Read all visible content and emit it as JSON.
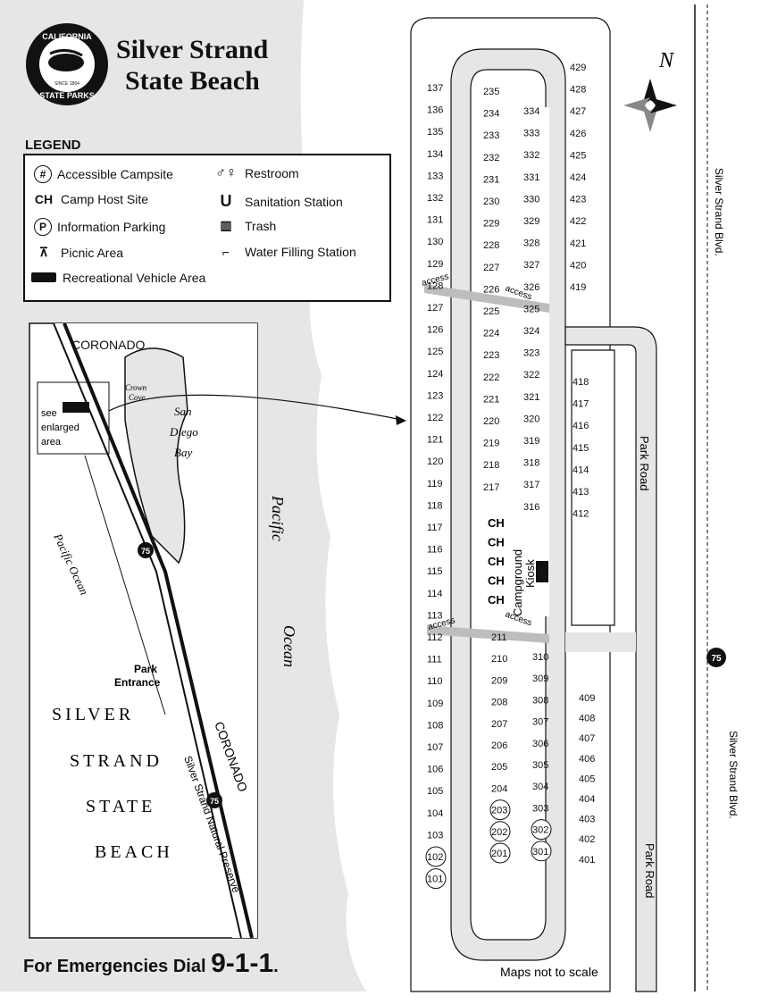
{
  "header": {
    "logo_text_top": "CALIFORNIA",
    "logo_text_bottom": "STATE PARKS",
    "logo_since": "SINCE 1864",
    "title_line1": "Silver Strand",
    "title_line2": "State Beach"
  },
  "legend": {
    "title": "LEGEND",
    "items": [
      {
        "symbol": "#",
        "label": "Accessible Campsite",
        "icon": "accessible-campsite-icon"
      },
      {
        "symbol": "CH",
        "label": "Camp Host Site",
        "icon": "camp-host-icon"
      },
      {
        "symbol": "P",
        "label": "Information Parking",
        "icon": "parking-icon"
      },
      {
        "symbol": "⊼",
        "label": "Picnic Area",
        "icon": "picnic-table-icon"
      },
      {
        "symbol": "▬",
        "label": "Recreational Vehicle Area",
        "icon": "rv-icon"
      },
      {
        "symbol": "🚻",
        "label": "Restroom",
        "icon": "restroom-icon"
      },
      {
        "symbol": "U",
        "label": "Sanitation Station",
        "icon": "sanitation-icon"
      },
      {
        "symbol": "🗑",
        "label": "Trash",
        "icon": "trash-icon"
      },
      {
        "symbol": "⛲",
        "label": "Water Filling Station",
        "icon": "water-station-icon"
      }
    ]
  },
  "overview_map": {
    "coronado_top": "CORONADO",
    "crown_cove": [
      "Crown",
      "Cove"
    ],
    "san_diego_bay": [
      "San",
      "Diego",
      "Bay"
    ],
    "pacific_ocean": "Pacific Ocean",
    "see_enlarged": [
      "see",
      "enlarged",
      "area"
    ],
    "park_entrance": [
      "Park",
      "Entrance"
    ],
    "park_name_lines": [
      "SILVER",
      "STRAND",
      "STATE",
      "BEACH"
    ],
    "coronado_side": "CORONADO",
    "natural_preserve": "Silver Strand Natural Preserve",
    "route": "75"
  },
  "main_map": {
    "north": "N",
    "pacific": "Pacific",
    "ocean": "Ocean",
    "blvd_top": "Silver Strand Blvd.",
    "blvd_bottom": "Silver Strand Blvd.",
    "park_road_top": "Park Road",
    "park_road_bottom": "Park Road",
    "route": "75",
    "kiosk": [
      "Campground",
      "Kiosk"
    ],
    "access": "access",
    "camp_host": "CH",
    "sites_100": [
      "137",
      "136",
      "135",
      "134",
      "133",
      "132",
      "131",
      "130",
      "129",
      "128",
      "127",
      "126",
      "125",
      "124",
      "123",
      "122",
      "121",
      "120",
      "119",
      "118",
      "117",
      "116",
      "115",
      "114",
      "113",
      "112",
      "111",
      "110",
      "109",
      "108",
      "107",
      "106",
      "105",
      "104",
      "103",
      "102",
      "101"
    ],
    "sites_200_top": [
      "235",
      "234",
      "233",
      "232",
      "231",
      "230",
      "229",
      "228",
      "227",
      "226",
      "225",
      "224",
      "223",
      "222",
      "221",
      "220",
      "219",
      "218",
      "217"
    ],
    "sites_300_top": [
      "334",
      "333",
      "332",
      "331",
      "330",
      "329",
      "328",
      "327",
      "326",
      "325",
      "324",
      "323",
      "322",
      "321",
      "320",
      "319",
      "318",
      "317",
      "316"
    ],
    "sites_400_top": [
      "429",
      "428",
      "427",
      "426",
      "425",
      "424",
      "423",
      "422",
      "421",
      "420",
      "419"
    ],
    "sites_400_mid": [
      "418",
      "417",
      "416",
      "415",
      "414",
      "413",
      "412"
    ],
    "sites_200_bot": [
      "211",
      "210",
      "209",
      "208",
      "207",
      "206",
      "205",
      "204",
      "203",
      "202",
      "201"
    ],
    "sites_300_bot": [
      "310",
      "309",
      "308",
      "307",
      "306",
      "305",
      "304",
      "303",
      "302",
      "301"
    ],
    "sites_400_bot": [
      "409",
      "408",
      "407",
      "406",
      "405",
      "404",
      "403",
      "402",
      "401"
    ],
    "scale_note": "Maps not to scale"
  },
  "footer": {
    "emergency_prefix": "For Emergencies Dial",
    "emergency_number": "9-1-1",
    "emergency_suffix": "."
  }
}
